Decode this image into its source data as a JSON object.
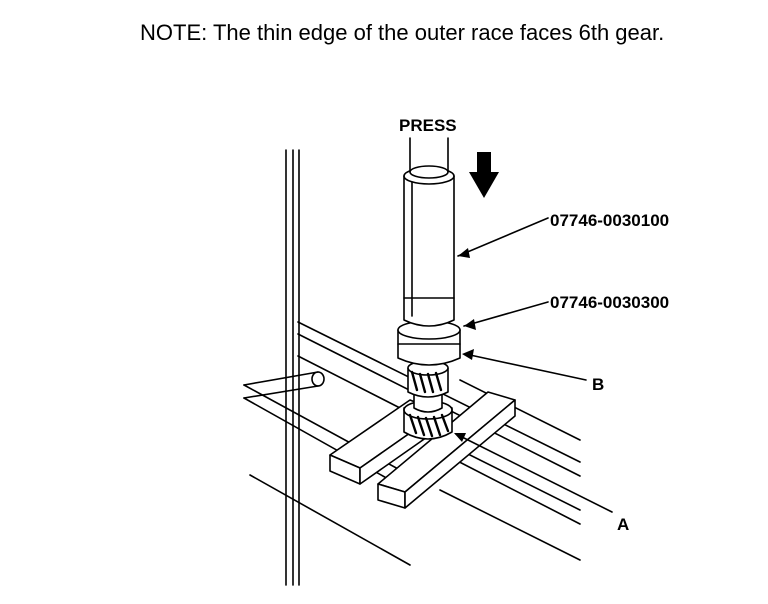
{
  "note": "NOTE: The thin edge of the outer race faces 6th gear.",
  "labels": {
    "press": "PRESS",
    "tool_upper": "07746-0030100",
    "tool_lower": "07746-0030300",
    "callout_b": "B",
    "callout_a": "A"
  }
}
